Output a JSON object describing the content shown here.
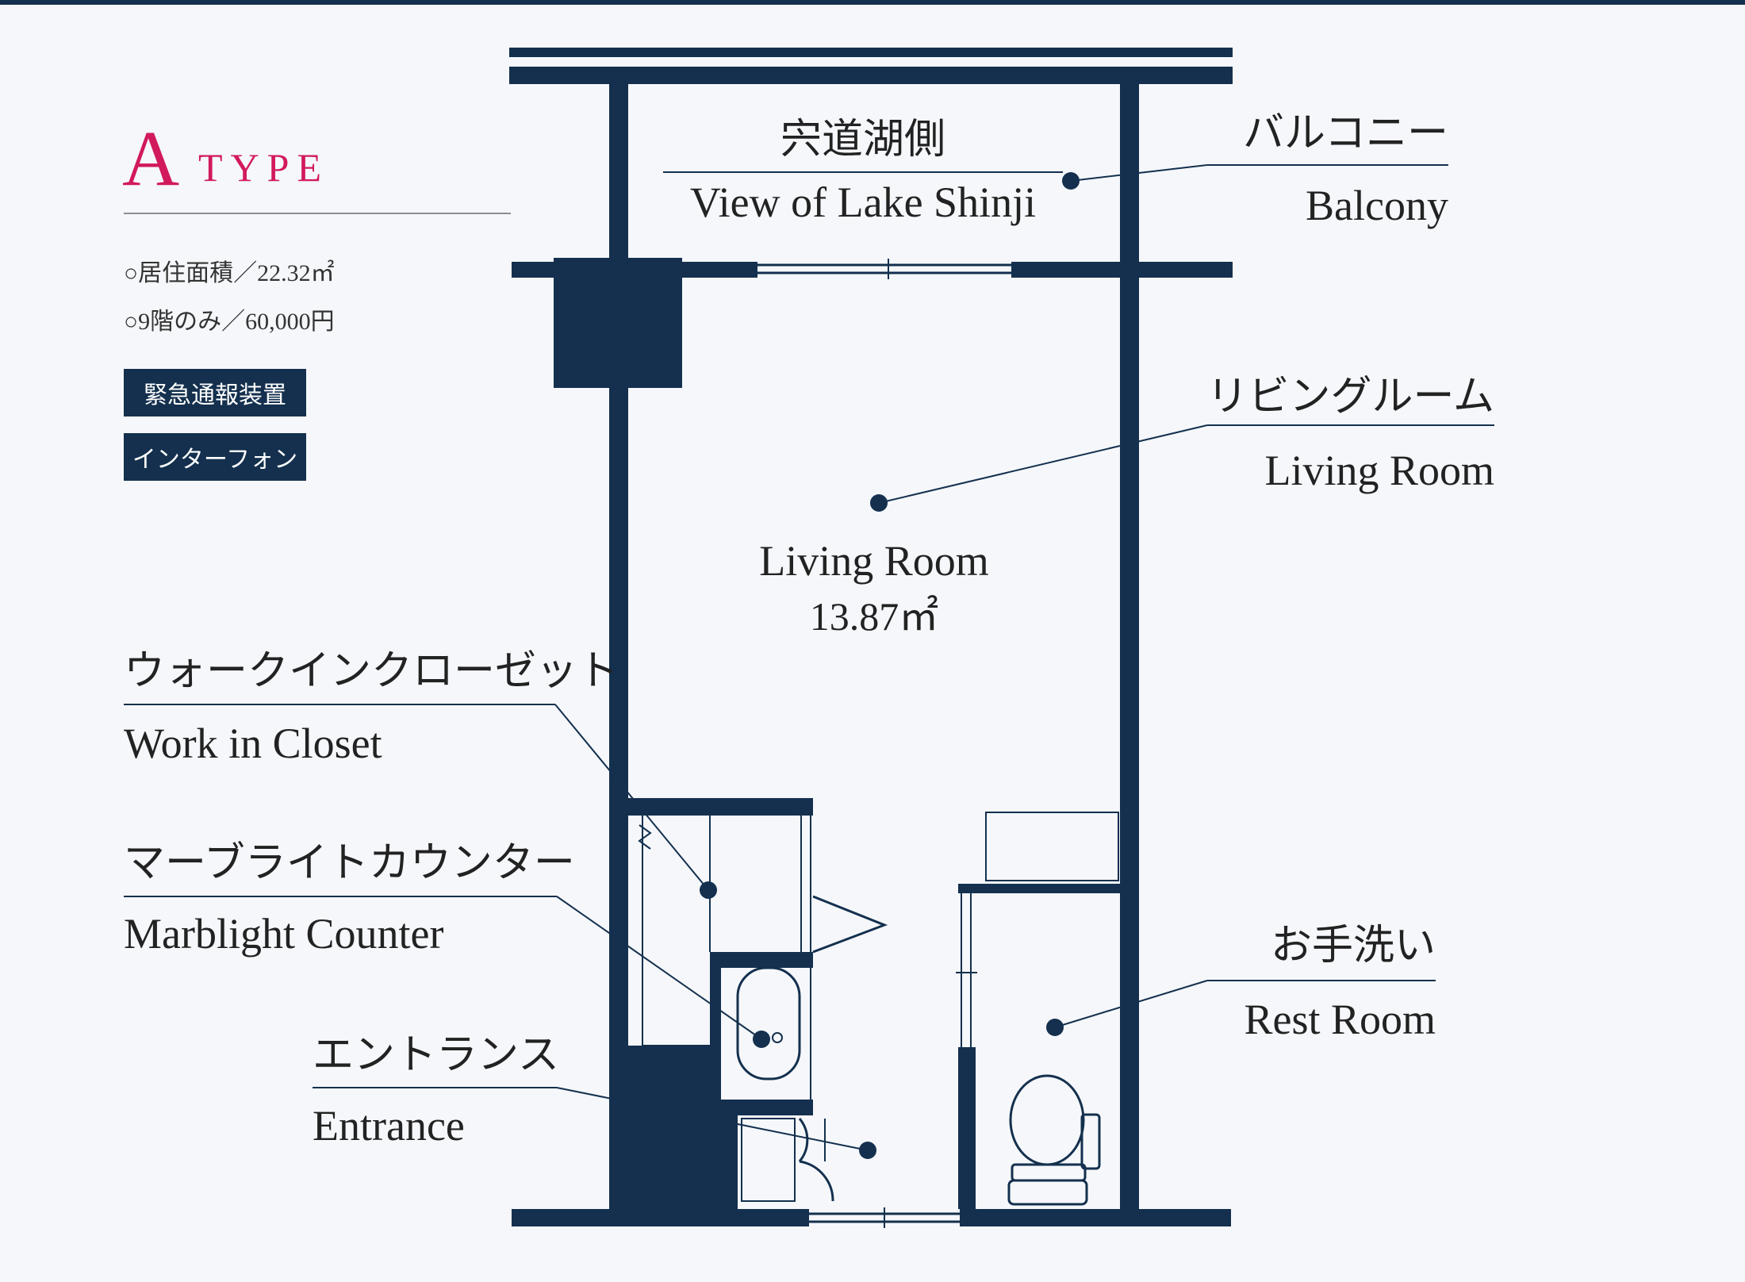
{
  "type_label": {
    "letter": "A",
    "word": "TYPE"
  },
  "specs": [
    "○居住面積／22.32㎡",
    "○9階のみ／60,000円"
  ],
  "badges": [
    "緊急通報装置",
    "インターフォン"
  ],
  "rooms": {
    "view": {
      "jp": "宍道湖側",
      "en": "View of Lake Shinji"
    },
    "balcony": {
      "jp": "バルコニー",
      "en": "Balcony"
    },
    "living": {
      "jp": "リビングルーム",
      "en": "Living Room"
    },
    "living_center": {
      "name": "Living Room",
      "area": "13.87㎡"
    },
    "closet": {
      "jp": "ウォークインクローゼット",
      "en": "Work in Closet"
    },
    "counter": {
      "jp": "マーブライトカウンター",
      "en": "Marblight Counter"
    },
    "entrance": {
      "jp": "エントランス",
      "en": "Entrance"
    },
    "restroom": {
      "jp": "お手洗い",
      "en": "Rest Room"
    }
  },
  "colors": {
    "wall": "#14304e",
    "accent": "#d2195c",
    "background": "#f5f7fa",
    "leader": "#14304e"
  }
}
